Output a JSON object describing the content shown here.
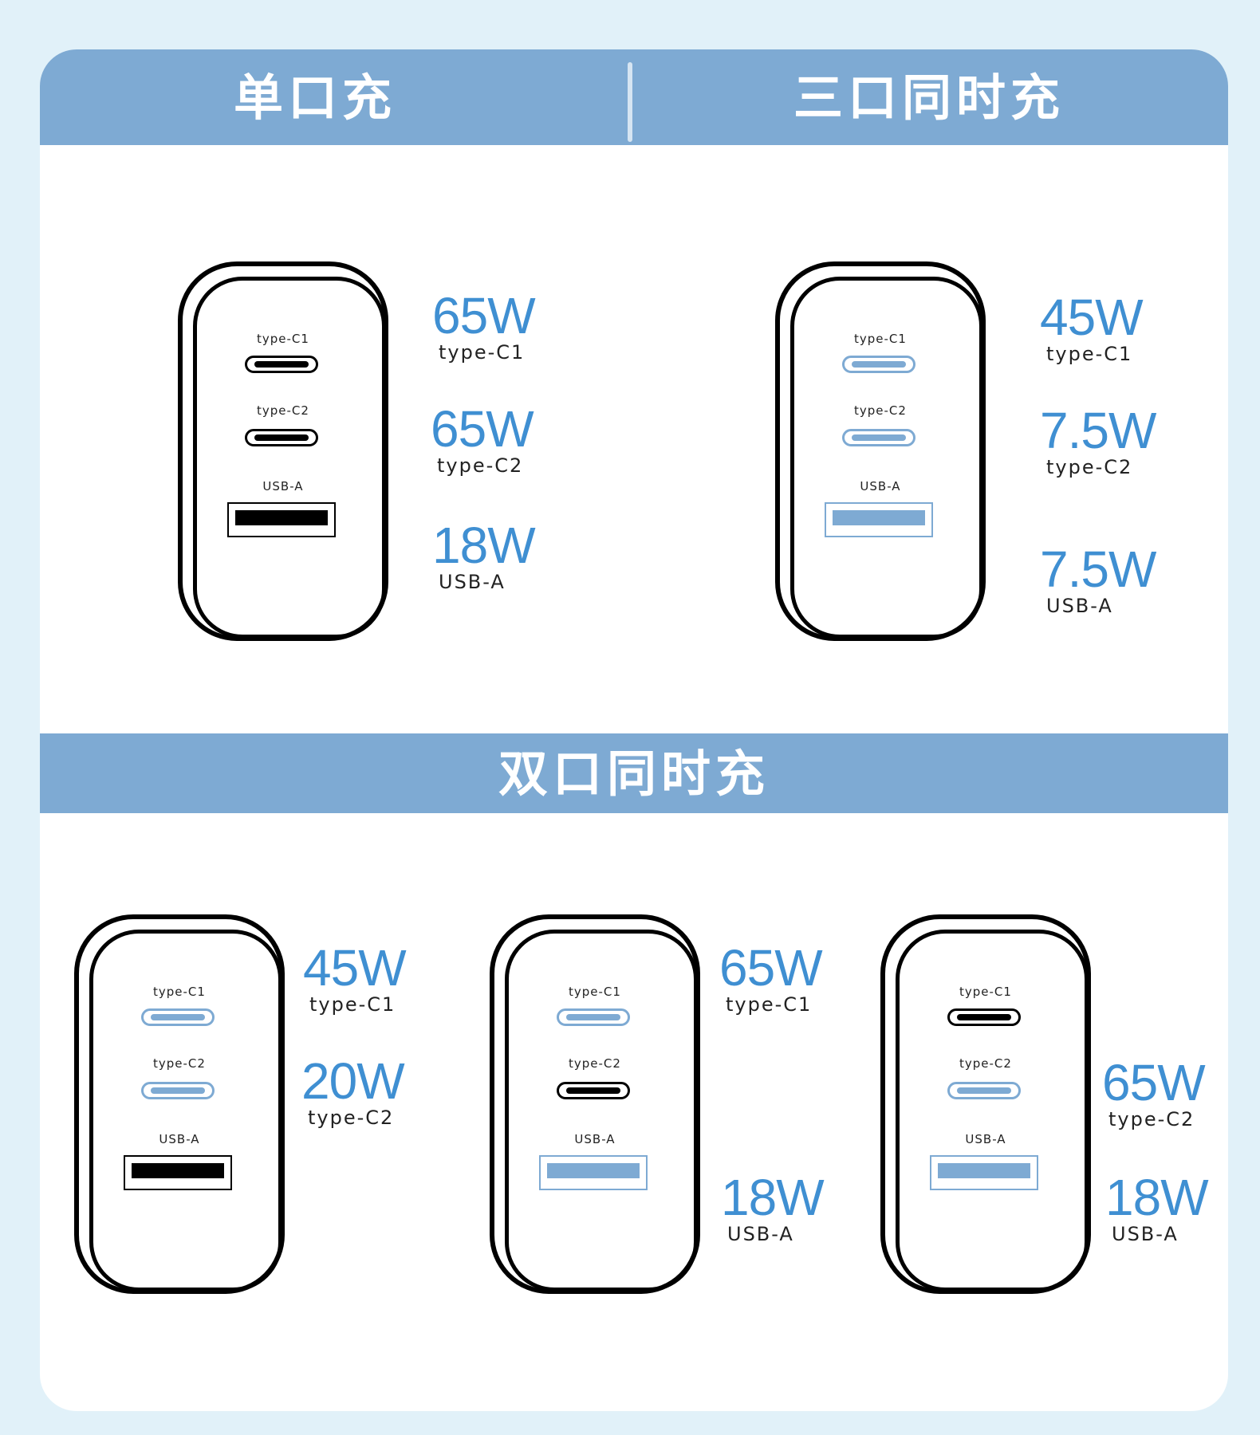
{
  "headers": {
    "single": "单口充",
    "triple": "三口同时充",
    "dual": "双口同时充"
  },
  "port_labels": {
    "c1": "type-C1",
    "c2": "type-C2",
    "a": "USB-A"
  },
  "colors": {
    "accent": "#7eaad3",
    "watt_text": "#3f8fd2",
    "active_port": "#000000",
    "background": "#e1f1f9"
  },
  "panels": [
    {
      "id": "single",
      "active_ports": [
        "type-C1",
        "type-C2",
        "USB-A"
      ],
      "ratings": [
        {
          "watt": "65W",
          "port": "type-C1"
        },
        {
          "watt": "65W",
          "port": "type-C2"
        },
        {
          "watt": "18W",
          "port": "USB-A"
        }
      ]
    },
    {
      "id": "triple",
      "active_ports": [],
      "ratings": [
        {
          "watt": "45W",
          "port": "type-C1"
        },
        {
          "watt": "7.5W",
          "port": "type-C2"
        },
        {
          "watt": "7.5W",
          "port": "USB-A"
        }
      ]
    },
    {
      "id": "dual-c1-c2",
      "active_ports": [
        "USB-A"
      ],
      "ratings": [
        {
          "watt": "45W",
          "port": "type-C1"
        },
        {
          "watt": "20W",
          "port": "type-C2"
        }
      ]
    },
    {
      "id": "dual-c1-a",
      "active_ports": [
        "type-C2"
      ],
      "ratings": [
        {
          "watt": "65W",
          "port": "type-C1"
        },
        {
          "watt": "18W",
          "port": "USB-A"
        }
      ]
    },
    {
      "id": "dual-c2-a",
      "active_ports": [
        "type-C1"
      ],
      "ratings": [
        {
          "watt": "65W",
          "port": "type-C2"
        },
        {
          "watt": "18W",
          "port": "USB-A"
        }
      ]
    }
  ]
}
